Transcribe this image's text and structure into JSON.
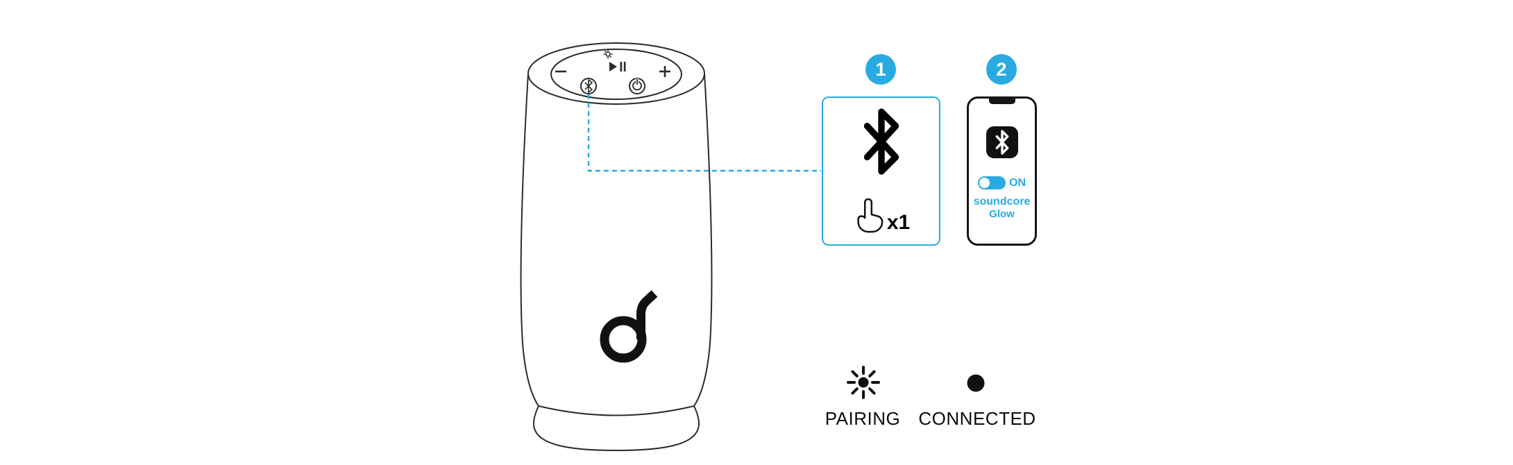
{
  "colors": {
    "accent": "#29ABE2",
    "ink": "#111111"
  },
  "speaker": {
    "description": "soundcore Glow speaker illustration",
    "logo_icon": "soundcore-logo",
    "controls": {
      "light": "light-button-icon",
      "volume_down": "volume-down-icon",
      "play_pause": "play-pause-icon",
      "volume_up": "volume-up-icon",
      "bluetooth": "bluetooth-button-icon",
      "power": "power-button-icon"
    }
  },
  "step1": {
    "number": "1",
    "bluetooth_icon": "bluetooth-icon",
    "tap_icon": "tap-hand-icon",
    "tap_count_label": "x1"
  },
  "step2": {
    "number": "2",
    "bluetooth_app_icon": "bluetooth-app-icon",
    "toggle_label": "ON",
    "app_name": "soundcore",
    "model_name": "Glow"
  },
  "status": {
    "pairing": {
      "icon": "blinking-indicator-icon",
      "label": "PAIRING"
    },
    "connected": {
      "icon": "solid-indicator-icon",
      "label": "CONNECTED"
    }
  }
}
